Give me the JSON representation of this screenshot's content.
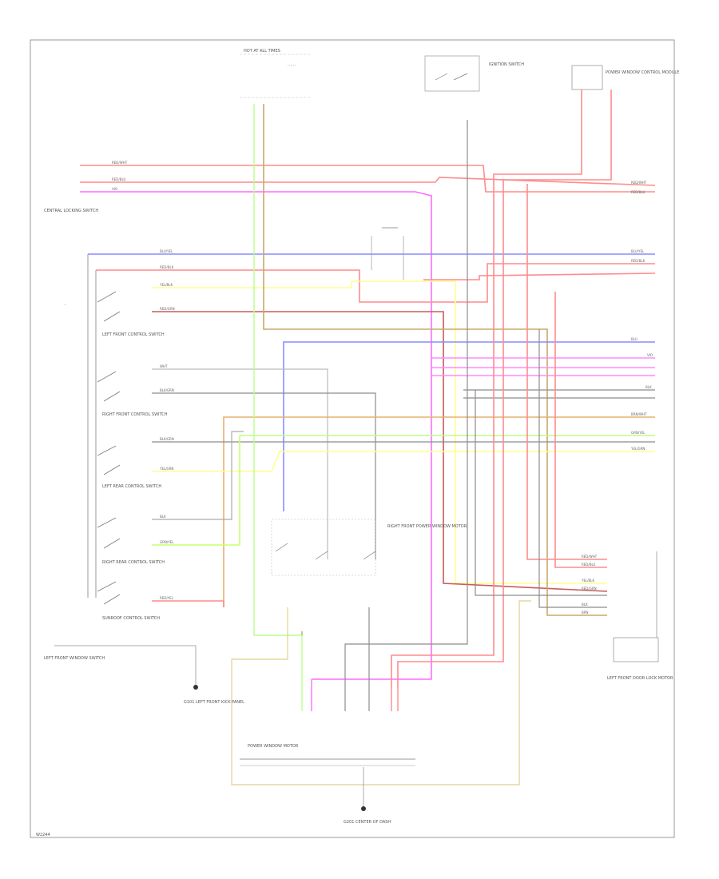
{
  "diagram": {
    "border_color": "#888888",
    "figure_id": "W2244",
    "component_labels": {
      "hot_at_all_times": "HOT AT ALL TIMES",
      "ignition_switch": "IGNITION SWITCH",
      "power_window_control": "POWER WINDOW CONTROL MODULE",
      "central_locking": "CENTRAL LOCKING SWITCH",
      "left_front_switch": "LEFT FRONT CONTROL SWITCH",
      "right_front_switch": "RIGHT FRONT CONTROL SWITCH",
      "left_rear_switch": "LEFT REAR CONTROL SWITCH",
      "right_rear_switch": "RIGHT REAR CONTROL SWITCH",
      "sunroof_switch": "SUNROOF CONTROL SWITCH",
      "left_front_window": "LEFT FRONT WINDOW SWITCH",
      "right_front_module": "RIGHT FRONT POWER WINDOW MOTOR",
      "ground_left": "G101 LEFT FRONT KICK PANEL",
      "ground_center": "G201 CENTER OF DASH",
      "left_front_door_lock": "LEFT FRONT DOOR LOCK MOTOR",
      "power_window_motor": "POWER WINDOW MOTOR"
    },
    "wire_labels": {
      "red_wht": "RED/WHT",
      "red_blu": "RED/BLU",
      "vio": "VIO",
      "blu_yel": "BLU/YEL",
      "red_blk": "RED/BLK",
      "yel_blk": "YEL/BLK",
      "red_grn": "RED/GRN",
      "wht": "WHT",
      "blk_grn": "BLK/GRN",
      "brn_wht": "BRN/WHT",
      "grn_yel": "GRN/YEL",
      "yel_grn": "YEL/GRN",
      "brn": "BRN",
      "blu": "BLU",
      "blk": "BLK",
      "red_yel": "RED/YEL"
    },
    "colors": {
      "red": "#ff8c8c",
      "pink": "#ff8cff",
      "magenta": "#ff6cff",
      "blue": "#8c8cff",
      "yellow": "#ffff8c",
      "green": "#b9ff8c",
      "lime": "#c8ff6c",
      "gray": "#8c8c8c",
      "brown": "#c8a86c",
      "tan": "#e6d6a0",
      "darkred": "#c85a5a",
      "black": "#777777"
    }
  }
}
